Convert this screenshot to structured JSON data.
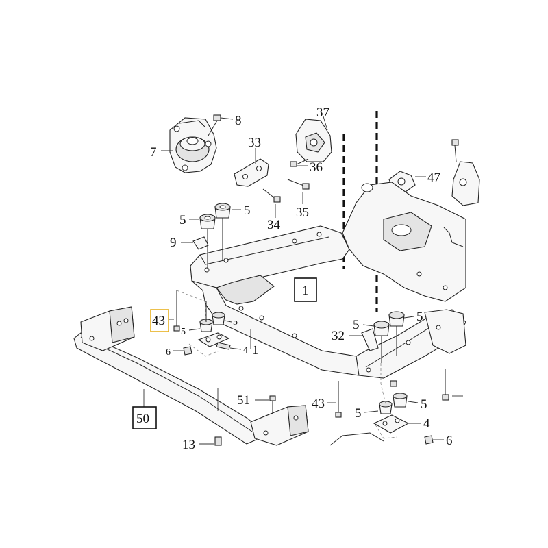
{
  "diagram": {
    "highlight_color": "#e8b020",
    "callouts": [
      {
        "id": "c-8",
        "text": "8"
      },
      {
        "id": "c-7",
        "text": "7"
      },
      {
        "id": "c-37",
        "text": "37"
      },
      {
        "id": "c-33",
        "text": "33"
      },
      {
        "id": "c-36",
        "text": "36"
      },
      {
        "id": "c-47",
        "text": "47"
      },
      {
        "id": "c-35",
        "text": "35"
      },
      {
        "id": "c-34",
        "text": "34"
      },
      {
        "id": "c-5a",
        "text": "5"
      },
      {
        "id": "c-5b",
        "text": "5"
      },
      {
        "id": "c-9",
        "text": "9"
      },
      {
        "id": "c-1box",
        "text": "1"
      },
      {
        "id": "c-43left",
        "text": "43"
      },
      {
        "id": "c-5c",
        "text": "5"
      },
      {
        "id": "c-5d",
        "text": "5"
      },
      {
        "id": "c-6left",
        "text": "6"
      },
      {
        "id": "c-4left",
        "text": "4"
      },
      {
        "id": "c-1",
        "text": "1"
      },
      {
        "id": "c-5e",
        "text": "5"
      },
      {
        "id": "c-5f",
        "text": "5"
      },
      {
        "id": "c-32",
        "text": "32"
      },
      {
        "id": "c-51",
        "text": "51"
      },
      {
        "id": "c-43right",
        "text": "43"
      },
      {
        "id": "c-5g",
        "text": "5"
      },
      {
        "id": "c-5h",
        "text": "5"
      },
      {
        "id": "c-4right",
        "text": "4"
      },
      {
        "id": "c-6right",
        "text": "6"
      },
      {
        "id": "c-50",
        "text": "50"
      },
      {
        "id": "c-13",
        "text": "13"
      }
    ]
  }
}
